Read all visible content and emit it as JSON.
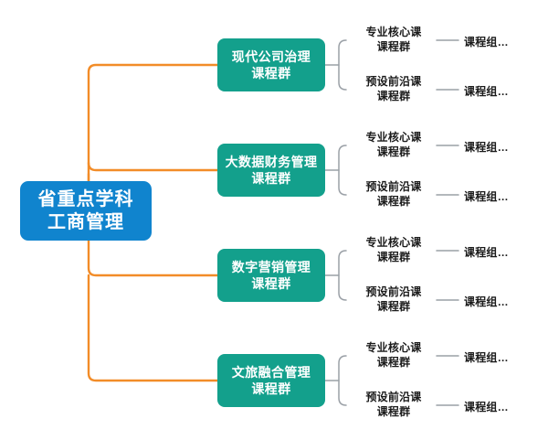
{
  "diagram": {
    "type": "mindmap",
    "colors": {
      "root_fill": "#1084CE",
      "branch_fill": "#13A08C",
      "trunk_connector": "#F28C28",
      "leaf_connector": "#9AA0A6",
      "text_light": "#FFFFFF",
      "text_dark": "#1B1B1B",
      "background": "#FFFFFF"
    },
    "root": {
      "line1": "省重点学科",
      "line2": "工商管理"
    },
    "branches": [
      {
        "line1": "现代公司治理",
        "line2": "课程群",
        "leaves": [
          {
            "line1": "专业核心课",
            "line2": "课程群",
            "tail": "课程组…"
          },
          {
            "line1": "预设前沿课",
            "line2": "课程群",
            "tail": "课程组…"
          }
        ]
      },
      {
        "line1": "大数据财务管理",
        "line2": "课程群",
        "leaves": [
          {
            "line1": "专业核心课",
            "line2": "课程群",
            "tail": "课程组…"
          },
          {
            "line1": "预设前沿课",
            "line2": "课程群",
            "tail": "课程组…"
          }
        ]
      },
      {
        "line1": "数字营销管理",
        "line2": "课程群",
        "leaves": [
          {
            "line1": "专业核心课",
            "line2": "课程群",
            "tail": "课程组…"
          },
          {
            "line1": "预设前沿课",
            "line2": "课程群",
            "tail": "课程组…"
          }
        ]
      },
      {
        "line1": "文旅融合管理",
        "line2": "课程群",
        "leaves": [
          {
            "line1": "专业核心课",
            "line2": "课程群",
            "tail": "课程组…"
          },
          {
            "line1": "预设前沿课",
            "line2": "课程群",
            "tail": "课程组…"
          }
        ]
      }
    ]
  }
}
